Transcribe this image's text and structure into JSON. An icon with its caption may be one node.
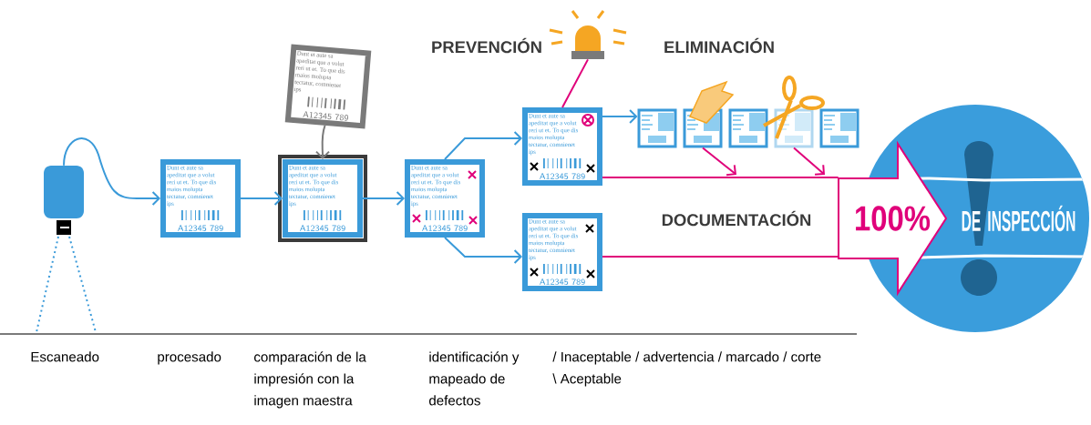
{
  "diagram": {
    "nodes": [
      {
        "text": [],
        "shape": "picture"
      },
      {
        "text": [
          "Dunt et aute sa apeditat que a volut reri ut et. To que dis maios molupta tectatur, comnienet ips",
          "A12345 789"
        ]
      },
      {
        "text": [
          "Dunt et aute sa apeditat que a volut reri ut et. To que dis maios molupta tectatur, comnienet ips",
          "A12345 789"
        ]
      },
      {
        "text": [
          "Dunt et aute sa apeditat que a volut reri ut et. To que dis maios molupta tectatur, comnienet ips",
          "A12345 789"
        ]
      },
      {
        "text": [
          "Dunt et aute sa apeditat que a volut reri ut et. To que dis maios molupta tectatur, comnienet ips",
          "A12345 789"
        ]
      },
      {
        "text": [],
        "shape": "picture"
      },
      {
        "text": [
          "Dunt et aute sa apeditat que a volut reri ut et. To que dis maios molupta tectatur, comnienet ips",
          "A12345 789"
        ]
      },
      {
        "text": [
          "Dunt et aute sa apeditat que a volut reri ut et. To que dis maios molupta tectatur, comnienet ips",
          "A12345 789"
        ]
      },
      {
        "text": [],
        "shape": "box"
      },
      {
        "text": [],
        "shape": "box"
      },
      {
        "text": [],
        "shape": "box"
      },
      {
        "text": [],
        "shape": "box"
      },
      {
        "text": [],
        "shape": "box"
      },
      {
        "text": [
          "100%"
        ]
      },
      {
        "text": [
          "DE INSPECCIÓN"
        ]
      }
    ],
    "edges": [
      {
        "from": 0,
        "to": 1,
        "arrow": "to"
      },
      {
        "from": 1,
        "to": 3,
        "arrow": "to"
      },
      {
        "from": 2,
        "to": 3,
        "arrow": "to",
        "color": "#7a7a7a"
      },
      {
        "from": 3,
        "to": 4,
        "arrow": "to"
      },
      {
        "from": 4,
        "to": 6,
        "arrow": "to"
      },
      {
        "from": 4,
        "to": 7,
        "arrow": "to"
      },
      {
        "from": 6,
        "to": 8,
        "arrow": "to"
      },
      {
        "from": 5,
        "to": 6,
        "arrow": "none",
        "color": "#e0007a"
      },
      {
        "from": 6,
        "to": 13,
        "arrow": "none",
        "color": "#e0007a"
      },
      {
        "from": 7,
        "to": 13,
        "arrow": "none",
        "color": "#e0007a"
      },
      {
        "from": 9,
        "to": null,
        "arrow": "to",
        "color": "#e0007a"
      },
      {
        "from": 11,
        "to": null,
        "arrow": "to",
        "color": "#e0007a"
      }
    ],
    "labels": [
      "PREVENCIÓN",
      "ELIMINACIÓN",
      "DOCUMENTACIÓN",
      "Escaneado",
      "procesado",
      "comparación de la impresión con la imagen maestra",
      "identificación y mapeado de defectos",
      "/ Inaceptable / advertencia / marcado / corte",
      "\\ Aceptable"
    ]
  }
}
